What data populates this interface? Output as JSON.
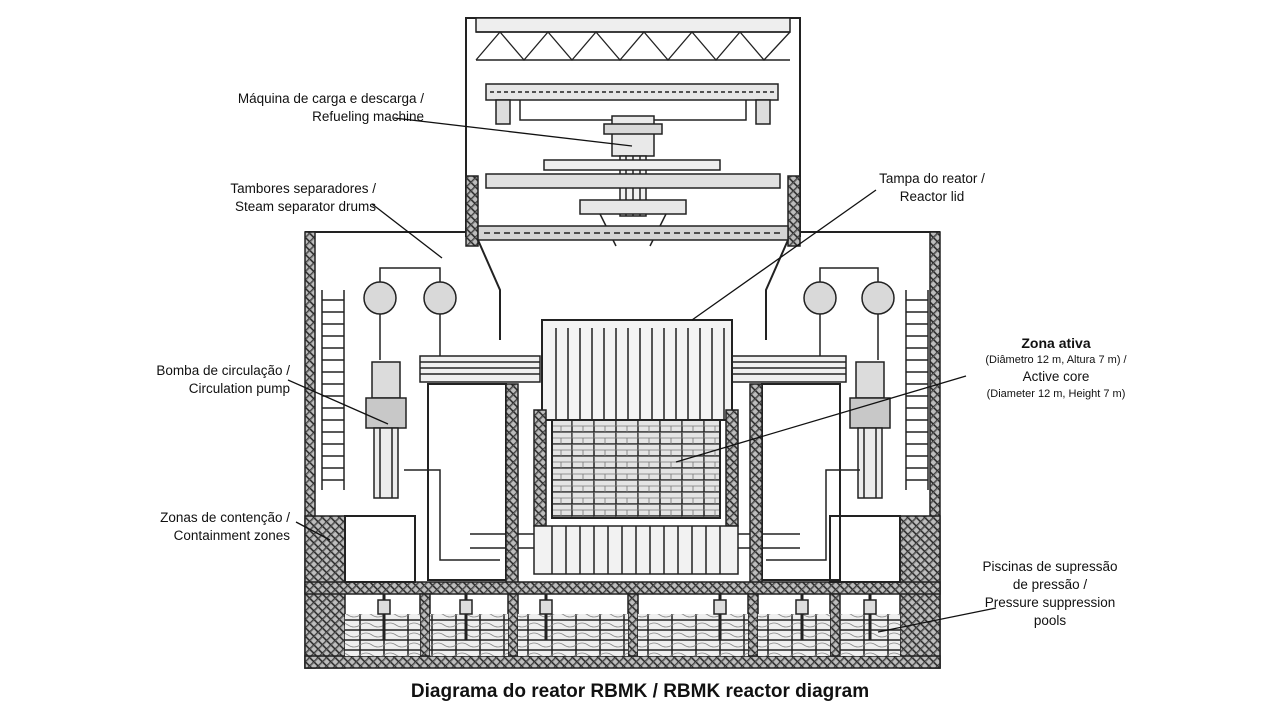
{
  "labels": {
    "refueling": {
      "pt": "Máquina de carga e descarga /",
      "en": "Refueling machine"
    },
    "separators": {
      "pt": "Tambores separadores /",
      "en": "Steam separator drums"
    },
    "pump": {
      "pt": "Bomba de circulação /",
      "en": "Circulation pump"
    },
    "containment": {
      "pt": "Zonas de contenção /",
      "en": "Containment zones"
    },
    "lid": {
      "pt": "Tampa do reator /",
      "en": "Reactor lid"
    },
    "core": {
      "pt": "Zona ativa",
      "pt_dims": "(Diâmetro 12 m, Altura 7 m) /",
      "en": "Active core",
      "en_dims": "(Diameter 12 m, Height 7 m)"
    },
    "pools": {
      "pt1": "Piscinas de supressão",
      "pt2": "de pressão /",
      "en1": "Pressure suppression",
      "en2": "pools"
    }
  },
  "caption": "Diagrama do reator RBMK / RBMK reactor diagram"
}
